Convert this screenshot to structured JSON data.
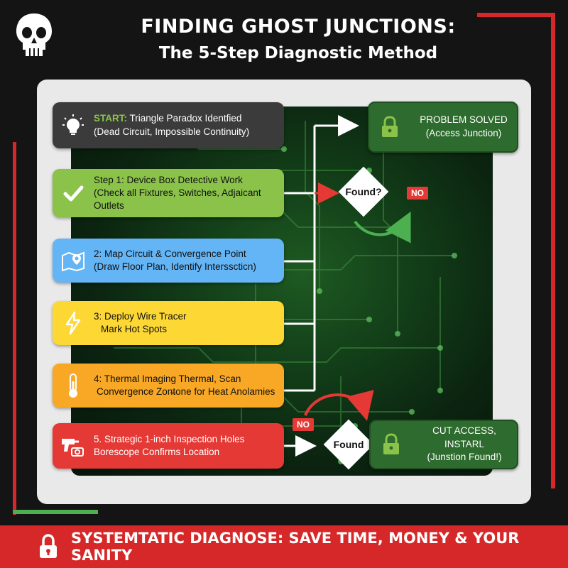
{
  "header": {
    "title_line1": "FINDING GHOST JUNCTIONS:",
    "title_line2": "The 5-Step Diagnostic Method",
    "logo_icon": "skull-icon"
  },
  "steps": [
    {
      "prefix": "START:",
      "text_line1": " Triangle Paradox Identfied",
      "text_line2": "(Dead Circuit, Impossible Continuity)",
      "icon": "lightbulb-icon",
      "color": "#3b3b3b"
    },
    {
      "text_line1": "Step 1: Device Box Detective Work",
      "text_line2": "(Check all Fixtures, Switches, Adjaicant",
      "text_line3": "Outlets",
      "icon": "checkmark-icon",
      "color": "#8bc34a"
    },
    {
      "text_line1": "2: Map Circuit & Convergence Point",
      "text_line2": "(Draw Floor Plan, Identify Intersscticn)",
      "icon": "map-pin-icon",
      "color": "#64b5f6"
    },
    {
      "text_line1": "3: Deploy Wire Tracer",
      "text_line2": "Mark Hot Spots",
      "icon": "lightning-icon",
      "color": "#fdd835"
    },
    {
      "text_line1": "4: Thermal Imaging Thermal, Scan",
      "text_line2": "Convergence Zon̶tone for Heat Anolamies",
      "icon": "thermometer-icon",
      "color": "#f9a825"
    },
    {
      "text_line1": "5. Strategic 1-inch Inspection Holes",
      "text_line2": "Borescope Confirms Location",
      "icon": "drill-camera-icon",
      "color": "#e53935"
    }
  ],
  "decisions": {
    "top_label": "Found?",
    "top_no": "NO",
    "bottom_label": "Found",
    "bottom_no": "NO"
  },
  "outcomes": {
    "top_line1": "PROBLEM SOLVED",
    "top_line2": "(Access Junction)",
    "bottom_line1": "CUT ACCESS, INSTARL",
    "bottom_line2": "(Junstion Found!)",
    "icon": "lock-icon"
  },
  "footer": {
    "text": "SYSTEMTATIC DIAGNOSE: SAVE TIME, MONEY & YOUR SANITY",
    "icon": "lock-icon"
  },
  "colors": {
    "accent_red": "#d62828",
    "accent_green": "#4caf50",
    "outcome_green": "#2e6b2e"
  }
}
